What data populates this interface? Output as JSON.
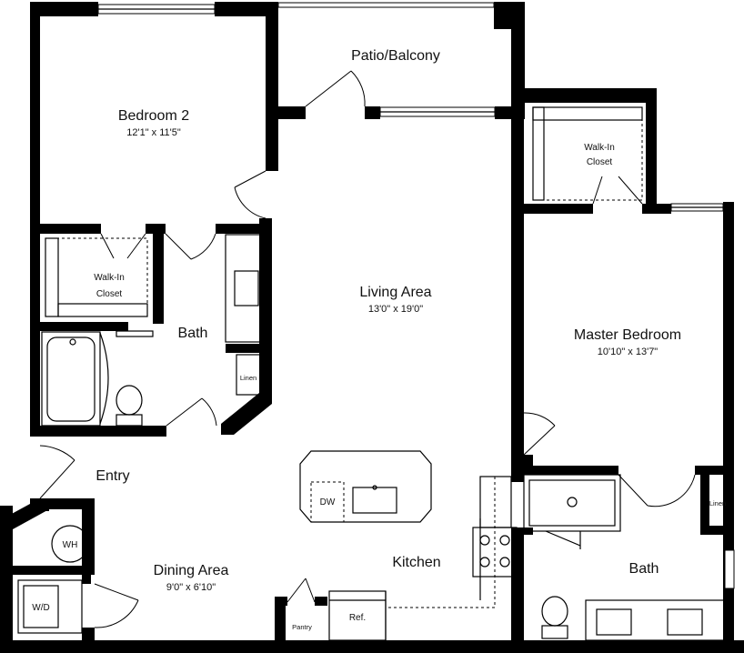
{
  "rooms": {
    "patio": {
      "name": "Patio/Balcony"
    },
    "bedroom2": {
      "name": "Bedroom 2",
      "dims": "12'1\" x 11'5\""
    },
    "closet_top": {
      "name_line1": "Walk-In",
      "name_line2": "Closet"
    },
    "closet_left": {
      "name_line1": "Walk-In",
      "name_line2": "Closet"
    },
    "living": {
      "name": "Living Area",
      "dims": "13'0\" x 19'0\""
    },
    "master": {
      "name": "Master Bedroom",
      "dims": "10'10\" x 13'7\""
    },
    "bath1": {
      "name": "Bath"
    },
    "bath2": {
      "name": "Bath"
    },
    "entry": {
      "name": "Entry"
    },
    "dining": {
      "name": "Dining Area",
      "dims": "9'0\" x 6'10\""
    },
    "kitchen": {
      "name": "Kitchen"
    }
  },
  "fixtures": {
    "linen1": "Linen",
    "linen2": "Linen",
    "dw": "DW",
    "wh": "WH",
    "wd": "W/D",
    "pantry": "Pantry",
    "ref": "Ref."
  },
  "colors": {
    "wall": "#000000",
    "background": "#ffffff"
  }
}
